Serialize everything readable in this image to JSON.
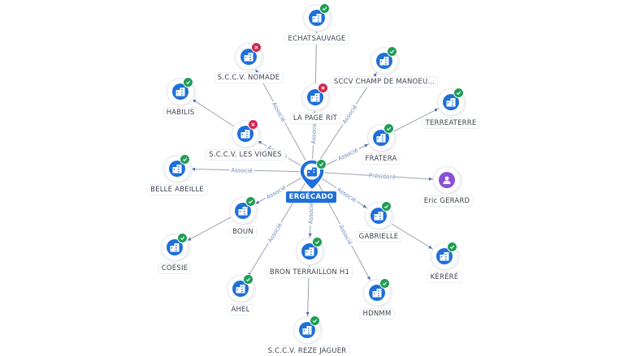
{
  "center": {
    "name": "ERGÉCADO",
    "status": "ok",
    "icon": "building-icon"
  },
  "colors": {
    "company": "#1e6fd9",
    "person": "#8a4fd6",
    "active": "#1f9d55",
    "inactive": "#d6244f",
    "edge": "#9aa3b0",
    "edge_label": "#6a86b8"
  },
  "nodes": [
    {
      "id": "echatsauvage",
      "name": "ECHATSAUVAGE",
      "status": "ok",
      "kind": "company"
    },
    {
      "id": "sccv-nomade",
      "name": "S.C.C.V. NOMADE",
      "status": "ko",
      "kind": "company"
    },
    {
      "id": "sccv-champ",
      "name": "SCCV CHAMP DE MANOEU...",
      "status": "ok",
      "kind": "company"
    },
    {
      "id": "habilis",
      "name": "HABILIS",
      "status": "ok",
      "kind": "company"
    },
    {
      "id": "la-page-rit",
      "name": "LA PAGE RIT",
      "status": "ko",
      "kind": "company"
    },
    {
      "id": "terreaterre",
      "name": "TERREATERRE",
      "status": "ok",
      "kind": "company"
    },
    {
      "id": "sccv-les-vignes",
      "name": "S.C.C.V. LES VIGNES",
      "status": "ko",
      "kind": "company"
    },
    {
      "id": "fratera",
      "name": "FRATERA",
      "status": "ok",
      "kind": "company"
    },
    {
      "id": "belle-abeille",
      "name": "BELLE ABEILLE",
      "status": "ok",
      "kind": "company"
    },
    {
      "id": "eric-gerard",
      "name": "Eric GERARD",
      "status": "none",
      "kind": "person"
    },
    {
      "id": "boun",
      "name": "BOUN",
      "status": "ok",
      "kind": "company"
    },
    {
      "id": "gabrielle",
      "name": "GABRIELLE",
      "status": "ok",
      "kind": "company"
    },
    {
      "id": "coesie",
      "name": "COÉSIE",
      "status": "ok",
      "kind": "company"
    },
    {
      "id": "bron-terraillon",
      "name": "BRON TERRAILLON H1",
      "status": "ok",
      "kind": "company"
    },
    {
      "id": "kerere",
      "name": "KÉRÉRÉ",
      "status": "ok",
      "kind": "company"
    },
    {
      "id": "ahel",
      "name": "AHEL",
      "status": "ok",
      "kind": "company"
    },
    {
      "id": "hdnmm",
      "name": "HDNMM",
      "status": "ok",
      "kind": "company"
    },
    {
      "id": "sccv-reze",
      "name": "S.C.C.V. REZE JAGUER",
      "status": "ok",
      "kind": "company"
    }
  ],
  "edges": [
    {
      "from": "center",
      "to": "sccv-nomade",
      "label": "Associé"
    },
    {
      "from": "center",
      "to": "la-page-rit",
      "label": "Associé"
    },
    {
      "from": "center",
      "to": "sccv-champ",
      "label": "Associé"
    },
    {
      "from": "center",
      "to": "sccv-les-vignes",
      "label": "Associé"
    },
    {
      "from": "center",
      "to": "fratera",
      "label": "Associé"
    },
    {
      "from": "center",
      "to": "belle-abeille",
      "label": "Associé"
    },
    {
      "from": "center",
      "to": "eric-gerard",
      "label": "Président"
    },
    {
      "from": "center",
      "to": "boun",
      "label": "Associé"
    },
    {
      "from": "center",
      "to": "gabrielle",
      "label": "Associé"
    },
    {
      "from": "center",
      "to": "bron-terraillon",
      "label": "Associé"
    },
    {
      "from": "center",
      "to": "ahel",
      "label": "Associé"
    },
    {
      "from": "center",
      "to": "hdnmm",
      "label": "Associé"
    },
    {
      "from": "la-page-rit",
      "to": "echatsauvage",
      "label": ""
    },
    {
      "from": "sccv-les-vignes",
      "to": "habilis",
      "label": ""
    },
    {
      "from": "fratera",
      "to": "terreaterre",
      "label": ""
    },
    {
      "from": "boun",
      "to": "coesie",
      "label": ""
    },
    {
      "from": "gabrielle",
      "to": "kerere",
      "label": ""
    },
    {
      "from": "bron-terraillon",
      "to": "sccv-reze",
      "label": ""
    }
  ]
}
